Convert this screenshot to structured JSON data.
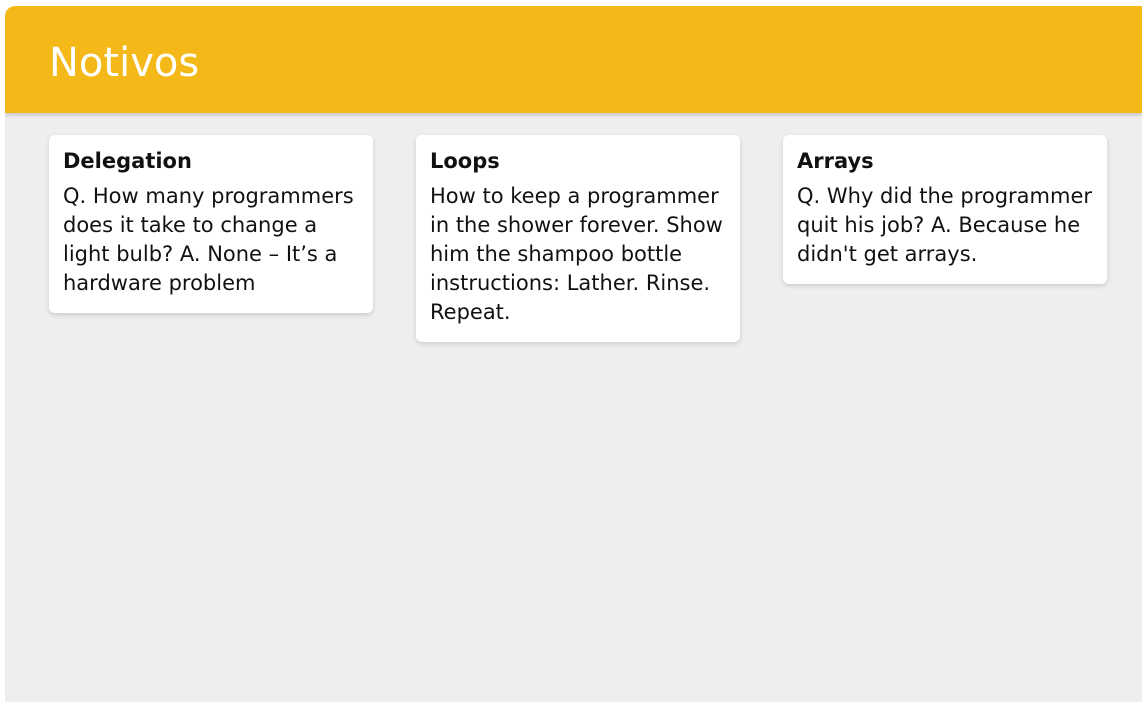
{
  "header": {
    "title": "Notivos",
    "accent_color": "#f4b918"
  },
  "notes": [
    {
      "title": "Delegation",
      "body": "Q. How many programmers does it take to change a light bulb? A. None – It’s a hardware problem"
    },
    {
      "title": "Loops",
      "body": "How to keep a programmer in the shower forever. Show him the shampoo bottle instructions: Lather. Rinse. Repeat."
    },
    {
      "title": "Arrays",
      "body": "Q. Why did the programmer quit his job? A. Because he didn't get arrays."
    }
  ]
}
